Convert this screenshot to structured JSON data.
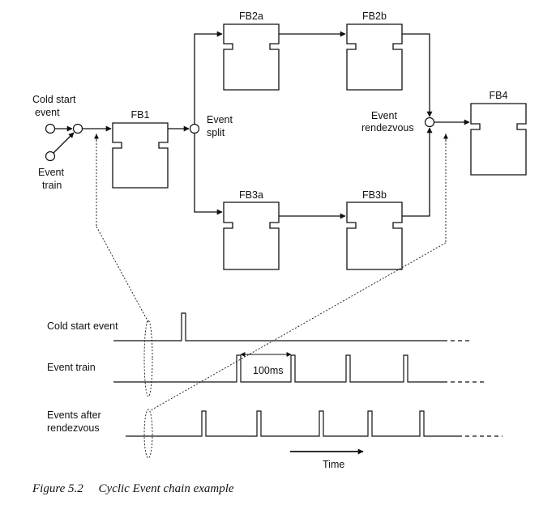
{
  "blocks": {
    "fb1": "FB1",
    "fb2a": "FB2a",
    "fb2b": "FB2b",
    "fb3a": "FB3a",
    "fb3b": "FB3b",
    "fb4": "FB4"
  },
  "labels": {
    "cold_start_line1": "Cold start",
    "cold_start_line2": "event",
    "event_train_line1": "Event",
    "event_train_line2": "train",
    "event_split_line1": "Event",
    "event_split_line2": "split",
    "rendezvous_line1": "Event",
    "rendezvous_line2": "rendezvous"
  },
  "timing": {
    "cold_start_event": "Cold start event",
    "event_train": "Event train",
    "events_after_line1": "Events after",
    "events_after_line2": "rendezvous",
    "period": "100ms",
    "time": "Time"
  },
  "caption": {
    "figure": "Figure 5.2",
    "title": "Cyclic Event chain example"
  }
}
